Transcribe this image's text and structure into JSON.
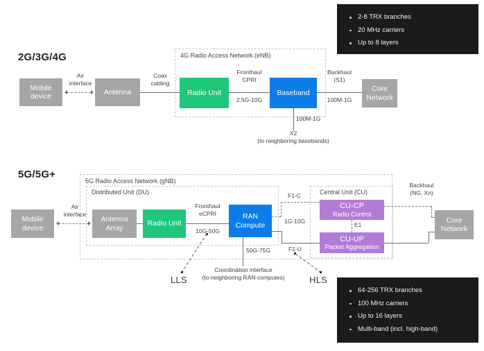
{
  "rows": {
    "legacy": {
      "title": "2G/3G/4G",
      "group_label": "4G Radio Access Network (eNB)",
      "nodes": {
        "mobile": {
          "l1": "Mobile",
          "l2": "device"
        },
        "antenna": {
          "l1": "Antenna",
          "l2": ""
        },
        "radio_unit": {
          "l1": "Radio Unit",
          "l2": ""
        },
        "baseband": {
          "l1": "Baseband",
          "l2": ""
        },
        "core": {
          "l1": "Core",
          "l2": "Network"
        }
      },
      "links": {
        "air": {
          "l1": "Air",
          "l2": "interface"
        },
        "coax": {
          "l1": "Coax",
          "l2": "cabling"
        },
        "fronthaul": {
          "l1": "Fronthaul",
          "l2": "CPRI",
          "rate": "2.5G-10G"
        },
        "backhaul": {
          "l1": "Backhaul",
          "l2": "(S1)",
          "rate": "100M-1G"
        },
        "x2": {
          "rate": "100M-1G",
          "l1": "X2",
          "l2": "(to neighboring basebands)"
        }
      }
    },
    "fiveg": {
      "title": "5G/5G+",
      "group_label": "5G Radio Access Network (gNB)",
      "du_label": "Distributed Unit (DU)",
      "cu_label": "Central Unit (CU)",
      "nodes": {
        "mobile": {
          "l1": "Mobile",
          "l2": "device"
        },
        "antenna_array": {
          "l1": "Antenna",
          "l2": "Array"
        },
        "radio_unit": {
          "l1": "Radio Unit",
          "l2": ""
        },
        "ran_compute": {
          "l1": "RAN",
          "l2": "Compute"
        },
        "cu_cp": {
          "l1": "CU-CP",
          "l2": "Radio Control"
        },
        "cu_up": {
          "l1": "CU-UP",
          "l2": "Packet Aggregation"
        },
        "core": {
          "l1": "Core",
          "l2": "Network"
        }
      },
      "links": {
        "air": {
          "l1": "Air",
          "l2": "interface"
        },
        "fronthaul": {
          "l1": "Fronthaul",
          "l2": "eCPRI",
          "rate": "10G-50G"
        },
        "f1c": {
          "label": "F1-C",
          "rate": "1G-10G"
        },
        "f1u": {
          "label": "F1-U"
        },
        "e1": {
          "label": "E1"
        },
        "backhaul": {
          "l1": "Backhaul",
          "l2": "(NG, Xn)"
        },
        "coordination": {
          "rate": "50G-75G",
          "l1": "Coordination interface",
          "l2": "(to neighboring RAN computes)"
        }
      },
      "split_markers": {
        "lls": "LLS",
        "hls": "HLS"
      }
    }
  },
  "panels": {
    "legacy": {
      "items": [
        "2-8 TRX branches",
        "20 MHz carriers",
        "Up to 8 layers"
      ]
    },
    "fiveg": {
      "items": [
        "64-256 TRX branches",
        "100 MHz carriers",
        "Up to 16 layers",
        "Multi-band (incl. high-band)"
      ]
    }
  },
  "colors": {
    "grey": "#a6a6a6",
    "green": "#20c77b",
    "blue": "#0c7ce8",
    "purple": "#b47bd6",
    "panel_bg": "#1c1b1b",
    "line": "#6e6e6e"
  }
}
